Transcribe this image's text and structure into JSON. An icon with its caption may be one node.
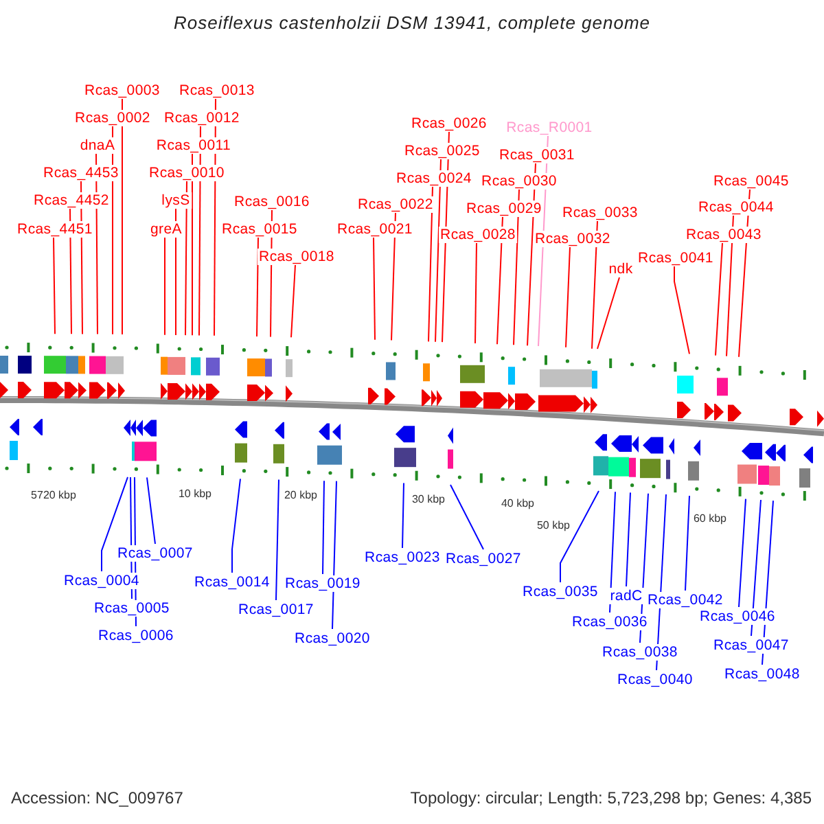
{
  "diagram": {
    "title": "Roseiflexus castenholzii DSM 13941, complete genome",
    "nodes": [
      {
        "text": [
          "Rcas_4451"
        ]
      },
      {
        "text": [
          "Rcas_4452"
        ]
      },
      {
        "text": [
          "Rcas_4453"
        ]
      },
      {
        "text": [
          "dnaA"
        ]
      },
      {
        "text": [
          "Rcas_0002"
        ]
      },
      {
        "text": [
          "Rcas_0003"
        ]
      },
      {
        "text": [
          "greA"
        ]
      },
      {
        "text": [
          "lysS"
        ]
      },
      {
        "text": [
          "Rcas_0010"
        ]
      },
      {
        "text": [
          "Rcas_0011"
        ]
      },
      {
        "text": [
          "Rcas_0012"
        ]
      },
      {
        "text": [
          "Rcas_0013"
        ]
      },
      {
        "text": [
          "Rcas_0015"
        ]
      },
      {
        "text": [
          "Rcas_0016"
        ]
      },
      {
        "text": [
          "Rcas_0018"
        ]
      },
      {
        "text": [
          "Rcas_0021"
        ]
      },
      {
        "text": [
          "Rcas_0022"
        ]
      },
      {
        "text": [
          "Rcas_0024"
        ]
      },
      {
        "text": [
          "Rcas_0025"
        ]
      },
      {
        "text": [
          "Rcas_0026"
        ]
      },
      {
        "text": [
          "Rcas_0028"
        ]
      },
      {
        "text": [
          "Rcas_0029"
        ]
      },
      {
        "text": [
          "Rcas_0030"
        ]
      },
      {
        "text": [
          "Rcas_0031"
        ]
      },
      {
        "text": [
          "Rcas_R0001"
        ]
      },
      {
        "text": [
          "Rcas_0032"
        ]
      },
      {
        "text": [
          "Rcas_0033"
        ]
      },
      {
        "text": [
          "ndk"
        ]
      },
      {
        "text": [
          "Rcas_0041"
        ]
      },
      {
        "text": [
          "Rcas_0043"
        ]
      },
      {
        "text": [
          "Rcas_0044"
        ]
      },
      {
        "text": [
          "Rcas_0045"
        ]
      },
      {
        "text": [
          "Rcas_0004"
        ]
      },
      {
        "text": [
          "Rcas_0005"
        ]
      },
      {
        "text": [
          "Rcas_0006"
        ]
      },
      {
        "text": [
          "Rcas_0007"
        ]
      },
      {
        "text": [
          "Rcas_0014"
        ]
      },
      {
        "text": [
          "Rcas_0017"
        ]
      },
      {
        "text": [
          "Rcas_0019"
        ]
      },
      {
        "text": [
          "Rcas_0020"
        ]
      },
      {
        "text": [
          "Rcas_0023"
        ]
      },
      {
        "text": [
          "Rcas_0027"
        ]
      },
      {
        "text": [
          "Rcas_0035"
        ]
      },
      {
        "text": [
          "Rcas_0036"
        ]
      },
      {
        "text": [
          "radC"
        ]
      },
      {
        "text": [
          "Rcas_0038"
        ]
      },
      {
        "text": [
          "Rcas_0040"
        ]
      },
      {
        "text": [
          "Rcas_0042"
        ]
      },
      {
        "text": [
          "Rcas_0046"
        ]
      },
      {
        "text": [
          "Rcas_0047"
        ]
      },
      {
        "text": [
          "Rcas_0048"
        ]
      }
    ],
    "edges": [
      {
        "from": 0,
        "to": null,
        "arrow": "none"
      },
      {
        "from": 1,
        "to": null,
        "arrow": "none"
      },
      {
        "from": 2,
        "to": null,
        "arrow": "none"
      },
      {
        "from": 3,
        "to": null,
        "arrow": "none"
      },
      {
        "from": 4,
        "to": null,
        "arrow": "none"
      },
      {
        "from": 5,
        "to": null,
        "arrow": "none"
      },
      {
        "from": 6,
        "to": null,
        "arrow": "none"
      },
      {
        "from": 7,
        "to": null,
        "arrow": "none"
      },
      {
        "from": 8,
        "to": null,
        "arrow": "none"
      },
      {
        "from": 9,
        "to": null,
        "arrow": "none"
      },
      {
        "from": 10,
        "to": null,
        "arrow": "none"
      },
      {
        "from": 11,
        "to": null,
        "arrow": "none"
      },
      {
        "from": 12,
        "to": null,
        "arrow": "none"
      },
      {
        "from": 13,
        "to": null,
        "arrow": "none"
      },
      {
        "from": 14,
        "to": null,
        "arrow": "none"
      },
      {
        "from": 15,
        "to": null,
        "arrow": "none"
      },
      {
        "from": 16,
        "to": null,
        "arrow": "none"
      },
      {
        "from": 17,
        "to": null,
        "arrow": "none"
      },
      {
        "from": 18,
        "to": null,
        "arrow": "none"
      },
      {
        "from": 19,
        "to": null,
        "arrow": "none"
      },
      {
        "from": 20,
        "to": null,
        "arrow": "none"
      },
      {
        "from": 21,
        "to": null,
        "arrow": "none"
      },
      {
        "from": 22,
        "to": null,
        "arrow": "none"
      },
      {
        "from": 23,
        "to": null,
        "arrow": "none"
      },
      {
        "from": 24,
        "to": null,
        "arrow": "none",
        "color": "#ff99cc"
      },
      {
        "from": 25,
        "to": null,
        "arrow": "none"
      },
      {
        "from": 26,
        "to": null,
        "arrow": "none"
      },
      {
        "from": 27,
        "to": null,
        "arrow": "none"
      },
      {
        "from": 28,
        "to": null,
        "arrow": "none"
      },
      {
        "from": 29,
        "to": null,
        "arrow": "none"
      },
      {
        "from": 30,
        "to": null,
        "arrow": "none"
      },
      {
        "from": 31,
        "to": null,
        "arrow": "none"
      },
      {
        "from": 32,
        "to": null,
        "arrow": "none",
        "color": "#0000ff"
      },
      {
        "from": 33,
        "to": null,
        "arrow": "none",
        "color": "#0000ff"
      },
      {
        "from": 34,
        "to": null,
        "arrow": "none",
        "color": "#0000ff"
      },
      {
        "from": 35,
        "to": null,
        "arrow": "none",
        "color": "#0000ff"
      },
      {
        "from": 36,
        "to": null,
        "arrow": "none",
        "color": "#0000ff"
      },
      {
        "from": 37,
        "to": null,
        "arrow": "none",
        "color": "#0000ff"
      },
      {
        "from": 38,
        "to": null,
        "arrow": "none",
        "color": "#0000ff"
      },
      {
        "from": 39,
        "to": null,
        "arrow": "none",
        "color": "#0000ff"
      },
      {
        "from": 40,
        "to": null,
        "arrow": "none",
        "color": "#0000ff"
      },
      {
        "from": 41,
        "to": null,
        "arrow": "none",
        "color": "#0000ff"
      },
      {
        "from": 42,
        "to": null,
        "arrow": "none",
        "color": "#0000ff"
      },
      {
        "from": 43,
        "to": null,
        "arrow": "none",
        "color": "#0000ff"
      },
      {
        "from": 44,
        "to": null,
        "arrow": "none",
        "color": "#0000ff"
      },
      {
        "from": 45,
        "to": null,
        "arrow": "none",
        "color": "#0000ff"
      },
      {
        "from": 46,
        "to": null,
        "arrow": "none",
        "color": "#0000ff"
      },
      {
        "from": 47,
        "to": null,
        "arrow": "none",
        "color": "#0000ff"
      },
      {
        "from": 48,
        "to": null,
        "arrow": "none",
        "color": "#0000ff"
      },
      {
        "from": 49,
        "to": null,
        "arrow": "none",
        "color": "#0000ff"
      },
      {
        "from": 50,
        "to": null,
        "arrow": "none",
        "color": "#0000ff"
      }
    ],
    "labels": [
      "5720 kbp",
      "10 kbp",
      "20 kbp",
      "30 kbp",
      "40 kbp",
      "50 kbp",
      "60 kbp",
      "Accession: NC_009767",
      "Topology: circular; Length: 5,723,298 bp; Genes: 4,385"
    ]
  }
}
